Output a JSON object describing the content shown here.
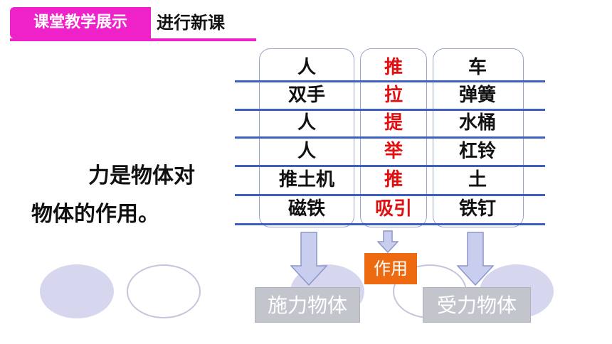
{
  "header": {
    "badge": "课堂教学展示",
    "title": "进行新课"
  },
  "sentence": {
    "line1": "力是物体对",
    "line2": "物体的作用。"
  },
  "table": {
    "rows": [
      {
        "subject": "人",
        "action": "推",
        "object": "车"
      },
      {
        "subject": "双手",
        "action": "拉",
        "object": "弹簧"
      },
      {
        "subject": "人",
        "action": "提",
        "object": "水桶"
      },
      {
        "subject": "人",
        "action": "举",
        "object": "杠铃"
      },
      {
        "subject": "推土机",
        "action": "推",
        "object": "土"
      },
      {
        "subject": "磁铁",
        "action": "吸引",
        "object": "铁钉"
      }
    ]
  },
  "labels": {
    "actor": "施力物体",
    "action": "作用",
    "receiver": "受力物体"
  },
  "colors": {
    "accent": "#ee22c8",
    "action_text": "#e01010",
    "rule": "#3c5fc4",
    "action_box": "#ee6a10",
    "label_box": "#c3c5cc"
  }
}
